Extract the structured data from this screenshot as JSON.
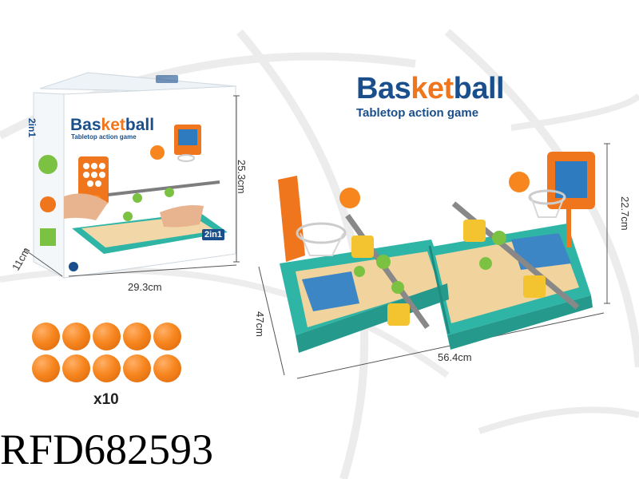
{
  "title": {
    "main_prefix": "Bas",
    "main_accent": "ket",
    "main_suffix": "ball",
    "subtitle": "Tabletop action game"
  },
  "box": {
    "brand_prefix": "Bas",
    "brand_accent": "ket",
    "brand_suffix": "ball",
    "subtitle": "Tabletop action game",
    "side_label": "2in1",
    "front_label": "2in1"
  },
  "dimensions": {
    "box_height": "25.3cm",
    "box_width": "29.3cm",
    "box_depth": "11cm",
    "game_height": "22.7cm",
    "game_width": "56.4cm",
    "game_depth": "47cm"
  },
  "balls": {
    "count_label": "x10",
    "count": 10
  },
  "model_number": "RFD682593",
  "colors": {
    "brand_blue": "#1a4f8c",
    "accent_orange": "#f0761d",
    "teal": "#2fb5a6",
    "yellow": "#f4c430",
    "green": "#7cc242"
  }
}
